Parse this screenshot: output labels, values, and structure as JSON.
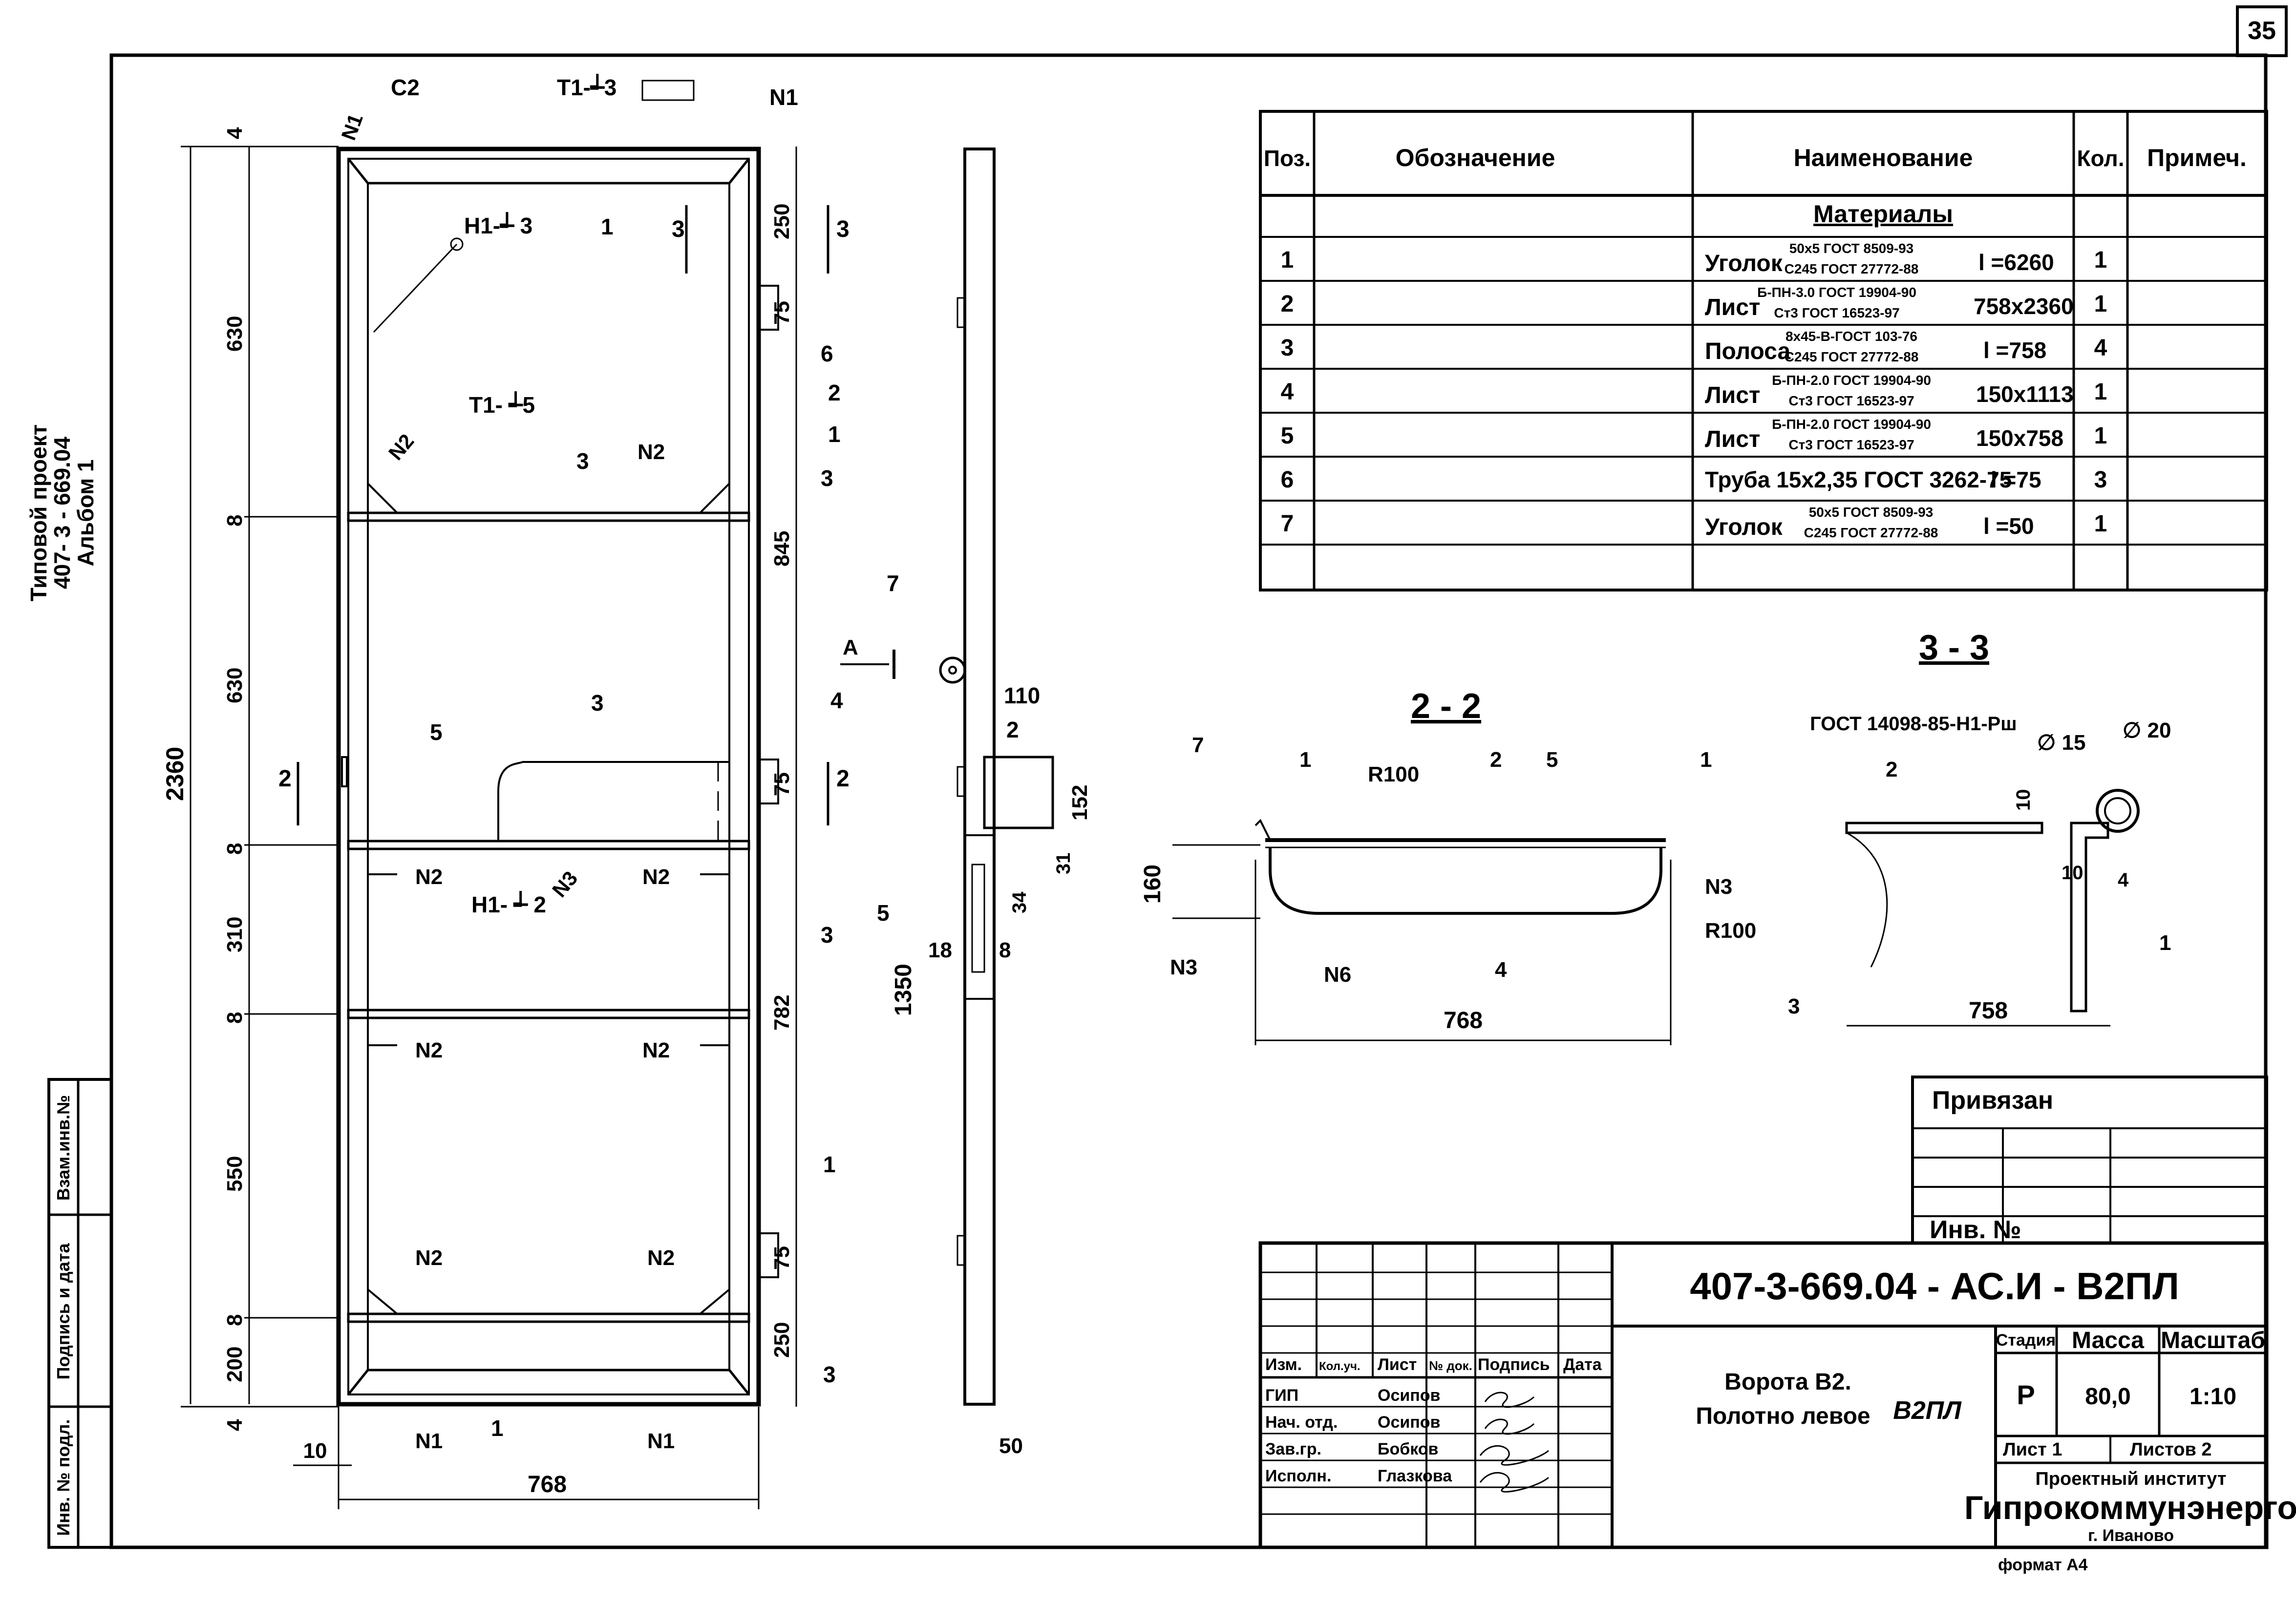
{
  "page_number": "35",
  "side_stamp": {
    "line1": "Типовой проект",
    "line2": "407- 3 - 669.04",
    "line3": "Альбом 1"
  },
  "left_strip": {
    "vzam": "Взам.инв.№",
    "podpis": "Подпись и дата",
    "inv": "Инв. № подл."
  },
  "spec": {
    "headers": [
      "Поз.",
      "Обозначение",
      "Наименование",
      "Кол.",
      "Примеч."
    ],
    "section": "Материалы",
    "rows": [
      {
        "pos": "1",
        "name": "Уголок",
        "top": "50x5 ГОСТ 8509-93",
        "bottom": "C245 ГОСТ 27772-88",
        "size": "l =6260",
        "qty": "1"
      },
      {
        "pos": "2",
        "name": "Лист",
        "top": "Б-ПН-3.0 ГОСТ 19904-90",
        "bottom": "Ст3 ГОСТ 16523-97",
        "size": "758x2360",
        "qty": "1"
      },
      {
        "pos": "3",
        "name": "Полоса",
        "top": "8x45-В-ГОСТ 103-76",
        "bottom": "C245 ГОСТ 27772-88",
        "size": "l =758",
        "qty": "4"
      },
      {
        "pos": "4",
        "name": "Лист",
        "top": "Б-ПН-2.0 ГОСТ 19904-90",
        "bottom": "Ст3 ГОСТ 16523-97",
        "size": "150x1113",
        "qty": "1"
      },
      {
        "pos": "5",
        "name": "Лист",
        "top": "Б-ПН-2.0 ГОСТ 19904-90",
        "bottom": "Ст3 ГОСТ 16523-97",
        "size": "150x758",
        "qty": "1"
      },
      {
        "pos": "6",
        "name": "Труба 15x2,35  ГОСТ 3262-75",
        "top": "",
        "bottom": "",
        "size": "l =75",
        "qty": "3"
      },
      {
        "pos": "7",
        "name": "Уголок",
        "top": "50x5 ГОСТ 8509-93",
        "bottom": "C245 ГОСТ 27772-88",
        "size": "l =50",
        "qty": "1"
      }
    ]
  },
  "front_view": {
    "labels": {
      "c2": "C2",
      "n1": "N1",
      "t1d3": "T1-┵3",
      "h1d3": "H1-┵ 3",
      "t1d5": "T1- ┵5",
      "n2": "N2",
      "n3": "N3",
      "h1d2": "H1- ┵ 2",
      "sec3": "3",
      "sec2": "2"
    },
    "dims_left": [
      "4",
      "630",
      "8",
      "630",
      "8",
      "310",
      "8",
      "550",
      "8",
      "200",
      "4"
    ],
    "overall_height": "2360",
    "width": "768",
    "edge": "10",
    "dims_right": [
      "250",
      "75",
      "845",
      "75",
      "782",
      "75",
      "250",
      "1350"
    ],
    "callouts": [
      "1",
      "2",
      "3",
      "4",
      "5",
      "6",
      "7"
    ]
  },
  "side_view": {
    "dims": [
      "110",
      "152",
      "31",
      "34",
      "18",
      "8",
      "50"
    ],
    "arrow": "A",
    "callouts": [
      "7",
      "6",
      "5",
      "4",
      "2",
      "3",
      "1"
    ]
  },
  "section22": {
    "title": "2 - 2",
    "labels": [
      "7",
      "1",
      "R100",
      "2",
      "5",
      "1",
      "N3",
      "R100",
      "N3",
      "N6",
      "4"
    ],
    "dims": [
      "160",
      "768"
    ]
  },
  "section33": {
    "title": "3 - 3",
    "gost": "ГОСТ 14098-85-Н1-Рш",
    "labels": [
      "∅ 15",
      "∅ 20",
      "2",
      "10",
      "10",
      "4",
      "1",
      "3"
    ],
    "dims": [
      "758"
    ]
  },
  "privyazan": "Привязан",
  "inv_no": "Инв. №",
  "title_block": {
    "code": "407-3-669.04 - АС.И - В2ПЛ",
    "col_heads": [
      "Изм.",
      "Кол.уч.",
      "Лист",
      "№ док.",
      "Подпись",
      "Дата"
    ],
    "people": [
      {
        "role": "ГИП",
        "name": "Осипов"
      },
      {
        "role": "Нач. отд.",
        "name": "Осипов"
      },
      {
        "role": "Зав.гр.",
        "name": "Бобков"
      },
      {
        "role": "Исполн.",
        "name": "Глазкова"
      }
    ],
    "drawing_title1": "Ворота В2.",
    "drawing_title2": "Полотно левое",
    "mark": "В2ПЛ",
    "stage_head": "Стадия",
    "mass_head": "Масса",
    "scale_head": "Масштаб",
    "stage": "Р",
    "mass": "80,0",
    "scale": "1:10",
    "sheet": "Лист 1",
    "sheets": "Листов 2",
    "org1": "Проектный институт",
    "org2": "Гипрокоммунэнерго",
    "city": "г. Иваново"
  },
  "format": "формат А4"
}
